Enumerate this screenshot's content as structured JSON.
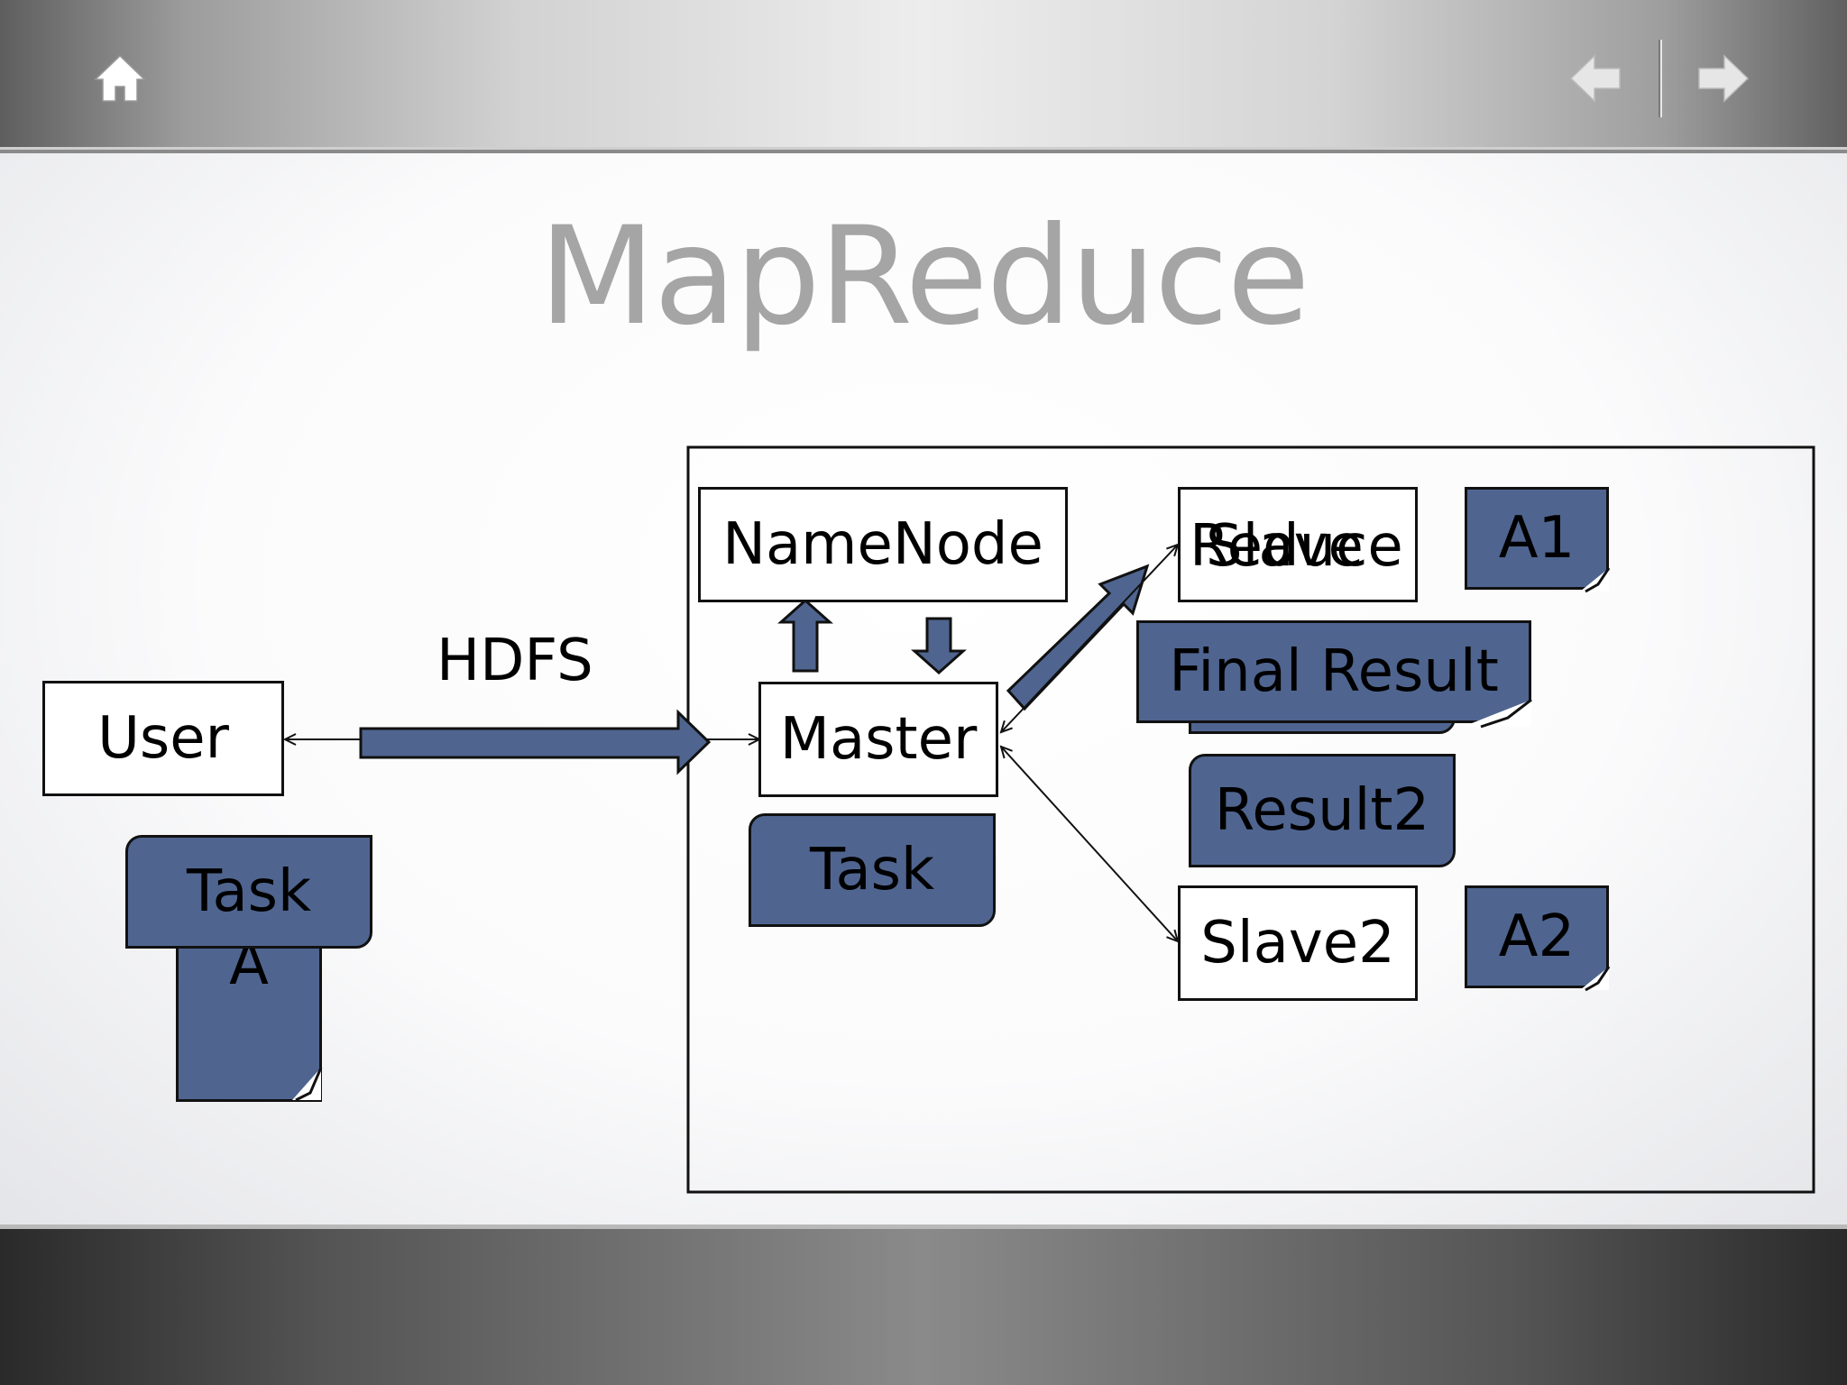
{
  "title": "MapReduce",
  "nav": {
    "home_icon": "home-icon",
    "prev_icon": "arrow-left-icon",
    "next_icon": "arrow-right-icon"
  },
  "colors": {
    "shape_fill": "#4f6590",
    "title": "#a5a5a5"
  },
  "diagram": {
    "user": "User",
    "hdfs": "HDFS",
    "namenode": "NameNode",
    "master": "Master",
    "slave1_overlap": [
      "Reduce",
      "Slave"
    ],
    "slave2": "Slave2",
    "task_user": "Task",
    "task_user_back": "A",
    "task_master": "Task",
    "a1": "A1",
    "a2": "A2",
    "final_result": "Final Result",
    "result2": "Result2"
  }
}
